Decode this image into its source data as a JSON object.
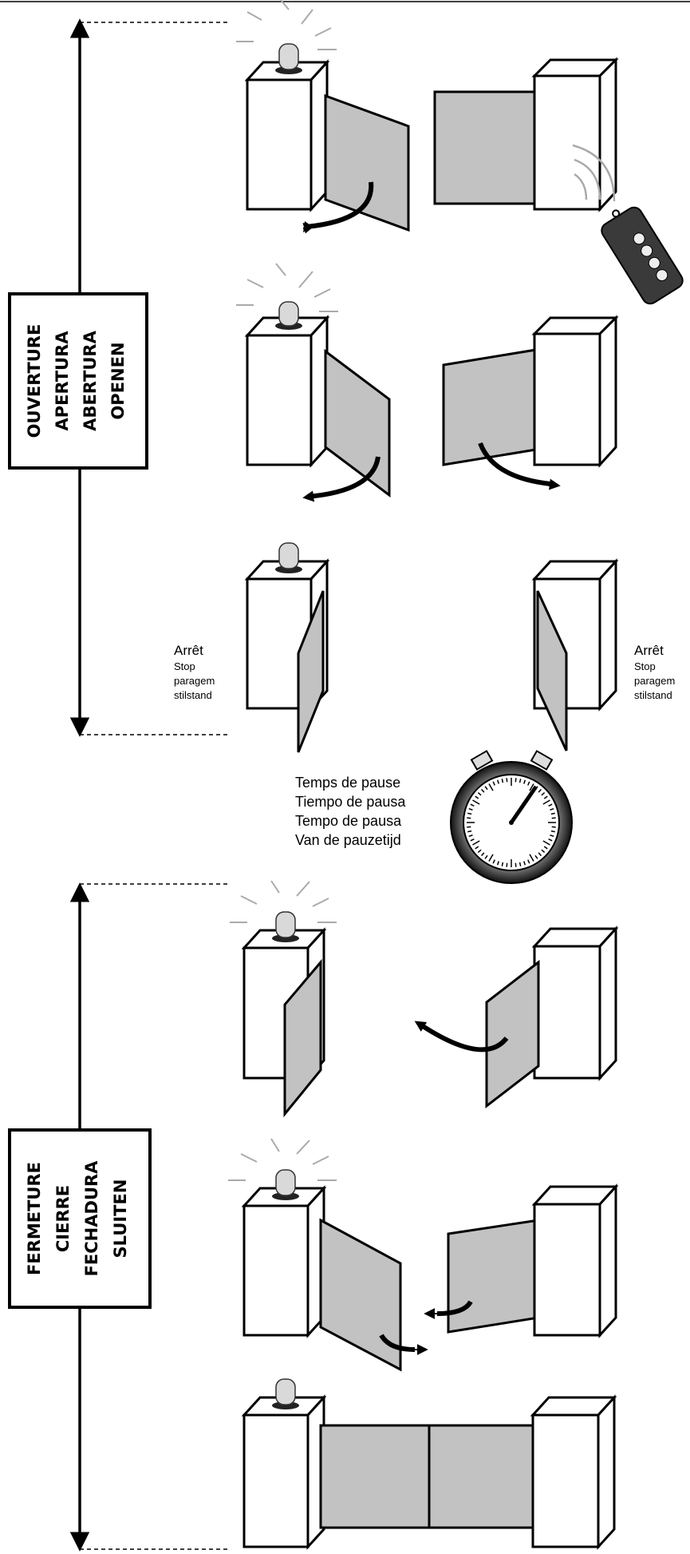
{
  "opening": {
    "labels": [
      "OUVERTURE",
      "APERTURA",
      "ABERTURA",
      "OPENEN"
    ]
  },
  "closing": {
    "labels": [
      "FERMETURE",
      "CIERRE",
      "FECHADURA",
      "SLUITEN"
    ]
  },
  "stop": {
    "title": "Arrêt",
    "lines": [
      "Stop",
      "paragem",
      "stilstand"
    ]
  },
  "pause": {
    "lines": [
      "Temps de pause",
      "Tiempo de pausa",
      "Tempo de pausa",
      "Van de pauzetijd"
    ]
  },
  "colors": {
    "panel": "#c2c2c2",
    "stroke": "#000000",
    "beacon": "#d9d9d9",
    "remote": "#3a3a3a"
  },
  "icons": [
    "warning-light-icon",
    "remote-control-icon",
    "stopwatch-icon",
    "curved-arrow-icon"
  ]
}
